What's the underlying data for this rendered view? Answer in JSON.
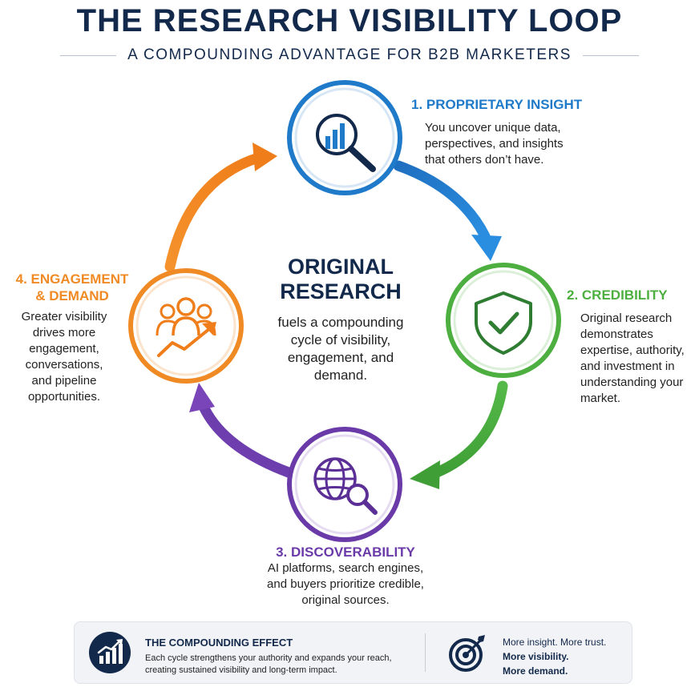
{
  "header": {
    "title": "THE RESEARCH VISIBILITY LOOP",
    "subtitle": "A COMPOUNDING ADVANTAGE FOR B2B MARKETERS"
  },
  "center": {
    "title_line1": "ORIGINAL",
    "title_line2": "RESEARCH",
    "desc_line1": "fuels a compounding",
    "desc_line2": "cycle of visibility,",
    "desc_line3": "engagement, and",
    "desc_line4": "demand."
  },
  "steps": [
    {
      "title": "1. PROPRIETARY INSIGHT",
      "desc": [
        "You uncover unique data,",
        "perspectives, and insights",
        "that others don’t have."
      ],
      "color": "#1f7ac9",
      "icon": "bar-chart-magnifier-icon"
    },
    {
      "title": "2. CREDIBILITY",
      "desc": [
        "Original research",
        "demonstrates",
        "expertise, authority,",
        "and investment in",
        "understanding your",
        "market."
      ],
      "color": "#4caf3f",
      "icon": "shield-check-icon"
    },
    {
      "title": "3. DISCOVERABILITY",
      "desc": [
        "AI platforms, search engines,",
        "and buyers prioritize credible,",
        "original sources."
      ],
      "color": "#6a3aa8",
      "icon": "globe-magnifier-icon"
    },
    {
      "title_line1": "4. ENGAGEMENT",
      "title_line2": "& DEMAND",
      "desc": [
        "Greater visibility",
        "drives more",
        "engagement,",
        "conversations,",
        "and pipeline",
        "opportunities."
      ],
      "color": "#f08a24",
      "icon": "people-growth-icon"
    }
  ],
  "footer": {
    "title": "THE COMPOUNDING EFFECT",
    "desc_line1": "Each cycle strengthens your authority and expands your reach,",
    "desc_line2": "creating sustained visibility and long-term impact.",
    "right_line1": "More insight. More trust.",
    "right_line2": "More visibility.",
    "right_line3": "More demand.",
    "left_icon": "growth-chart-icon",
    "right_icon": "target-arrow-icon"
  },
  "colors": {
    "navy": "#13294b",
    "blue": "#1f7ac9",
    "green": "#4caf3f",
    "purple": "#6a3aa8",
    "orange": "#f08a24"
  }
}
